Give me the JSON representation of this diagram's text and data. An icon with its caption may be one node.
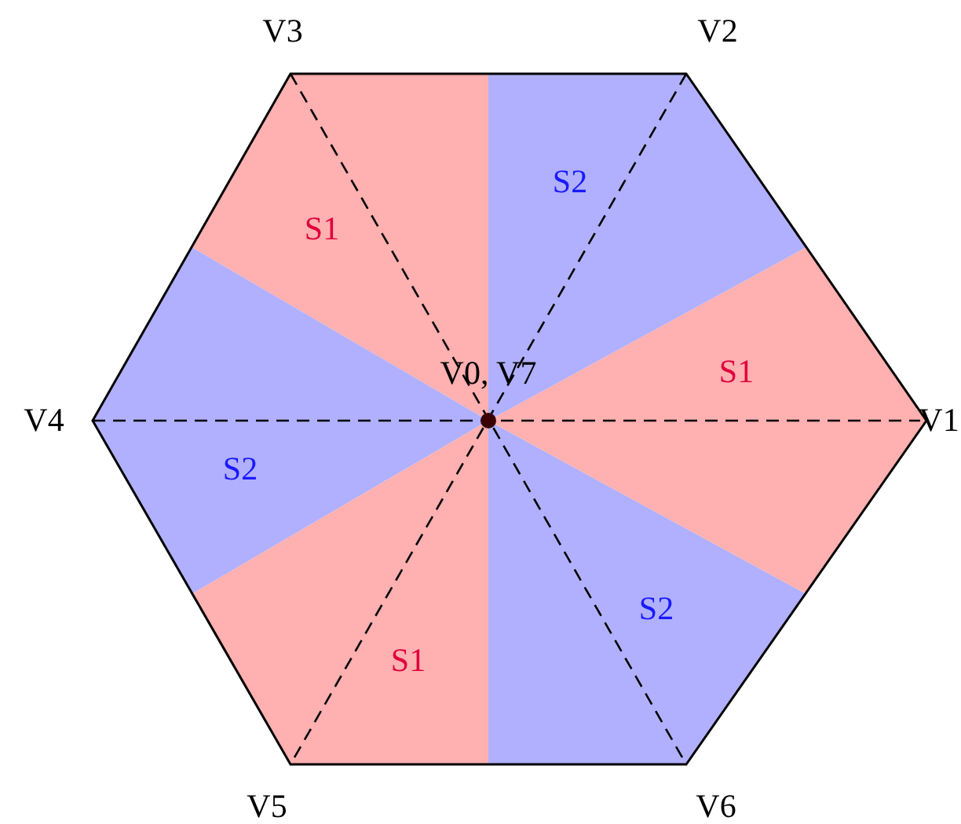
{
  "diagram": {
    "labels": [
      "V3",
      "V2",
      "S2",
      "S1",
      "V0, V7",
      "S1",
      "V4",
      "V1",
      "S2",
      "S2",
      "S1",
      "V5",
      "V6"
    ]
  }
}
